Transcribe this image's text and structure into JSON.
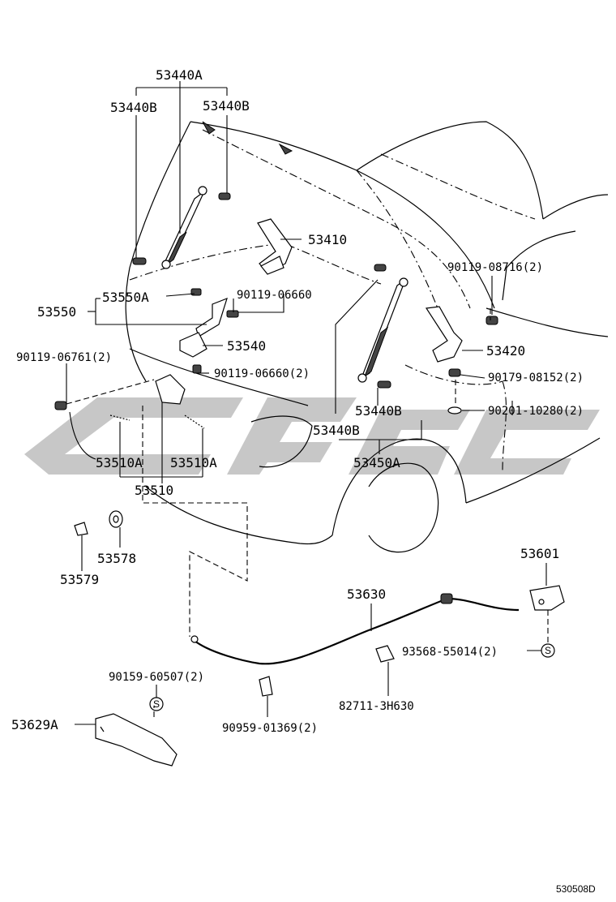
{
  "labels": {
    "p53440A": "53440A",
    "p53440B_left": "53440B",
    "p53440B_right": "53440B",
    "p53410": "53410",
    "p90119_08716": "90119-08716(2)",
    "p53550A": "53550A",
    "p53550": "53550",
    "p90119_06660": "90119-06660",
    "p53540": "53540",
    "p90119_06660x2": "90119-06660(2)",
    "p90119_06761": "90119-06761(2)",
    "p53420": "53420",
    "p90179_08152": "90179-08152(2)",
    "p53440B_lower": "53440B",
    "p90201_10280": "90201-10280(2)",
    "p53440B_mid": "53440B",
    "p53510A_left": "53510A",
    "p53510A_right": "53510A",
    "p53450A": "53450A",
    "p53510": "53510",
    "p53578": "53578",
    "p53579": "53579",
    "p53601": "53601",
    "p53630": "53630",
    "p93568_55014": "93568-55014(2)",
    "p90159_60507": "90159-60507(2)",
    "p82711_3H630": "82711-3H630",
    "p53629A": "53629A",
    "p90959_01369": "90959-01369(2)"
  },
  "symbols": {
    "s_marker": "S"
  },
  "footer": {
    "diagram_code": "530508D"
  },
  "colors": {
    "line": "#000000",
    "watermark": "#bdbdbd",
    "background": "#ffffff"
  }
}
